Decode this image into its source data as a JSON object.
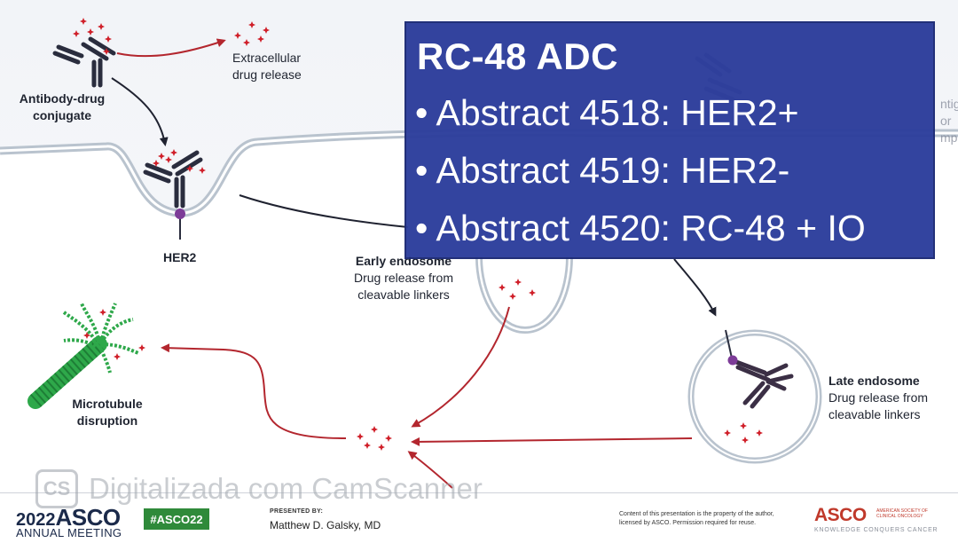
{
  "diagram": {
    "labels": {
      "adc_line1": "Antibody-drug",
      "adc_line2": "conjugate",
      "extracellular_line1": "Extracellular",
      "extracellular_line2": "drug release",
      "her2": "HER2",
      "early_title": "Early endosome",
      "early_line1": "Drug release from",
      "early_line2": "cleavable linkers",
      "late_title": "Late endosome",
      "late_line1": "Drug release from",
      "late_line2": "cleavable linkers",
      "micro_line1": "Microtubule",
      "micro_line2": "disruption",
      "complex_line1": "ntigen or",
      "complex_line2": "mplex"
    },
    "colors": {
      "antibody": "#2a2d3e",
      "payload": "#d0202a",
      "her2_node": "#7d3c98",
      "arrow_dark": "#1f2230",
      "arrow_red": "#b3262e",
      "membrane": "#b9c3ce",
      "microtubule": "#2ea84a"
    }
  },
  "overlay": {
    "title": "RC-48 ADC",
    "bullets": [
      "• Abstract 4518: HER2+",
      "• Abstract 4519: HER2-",
      "• Abstract 4520: RC-48 + IO"
    ],
    "background": "#2d3e9c"
  },
  "footer": {
    "year": "2022",
    "asco": "ASCO",
    "annual": "ANNUAL MEETING",
    "hashtag": "#ASCO22",
    "presented_by": "PRESENTED BY:",
    "presenter": "Matthew D. Galsky, MD",
    "copyright": "Content of this presentation is the property of the author, licensed by ASCO. Permission required for reuse.",
    "logo": "ASCO",
    "society": "AMERICAN SOCIETY OF CLINICAL ONCOLOGY",
    "tagline": "KNOWLEDGE CONQUERS CANCER"
  },
  "watermark": {
    "icon": "CS",
    "text": "Digitalizada com CamScanner"
  }
}
